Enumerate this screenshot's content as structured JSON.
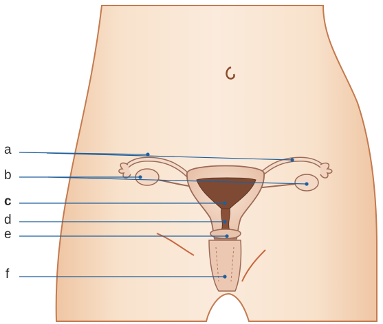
{
  "labels": {
    "a": "a",
    "b": "b",
    "c": "c",
    "d": "d",
    "e": "e",
    "f": "f"
  },
  "colors": {
    "skin": "#f6ddc4",
    "skin_shadow": "#e9b58d",
    "outline": "#b8643d",
    "leader": "#1f5f9c",
    "organ": "#f1d3bf",
    "organ_outline": "#9b6a55",
    "cavity": "#7e4a33"
  }
}
